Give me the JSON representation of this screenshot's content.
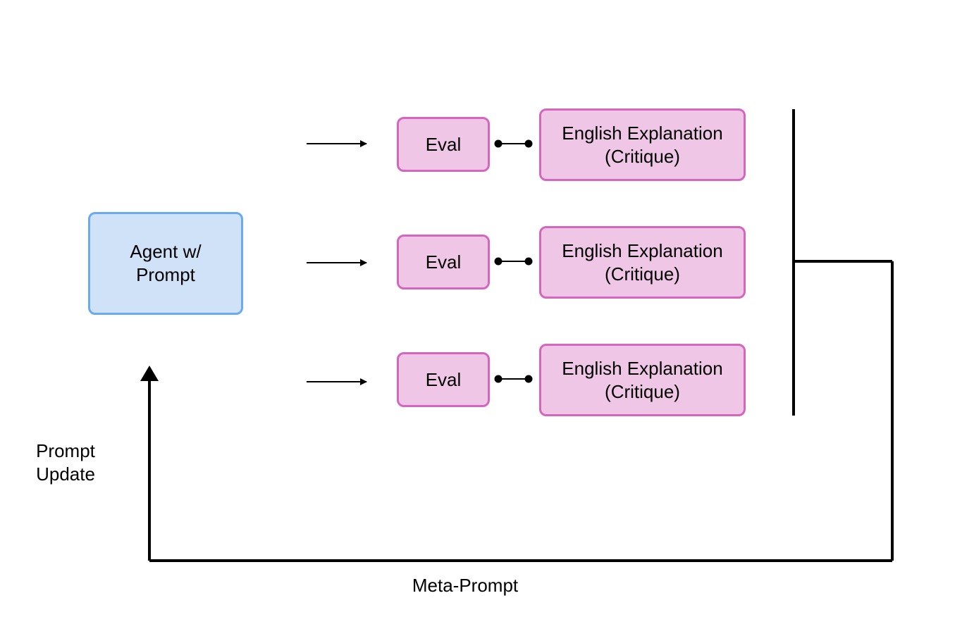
{
  "agent": {
    "label": "Agent w/\nPrompt"
  },
  "rows": [
    {
      "eval_label": "Eval",
      "critique_label": "English Explanation\n(Critique)"
    },
    {
      "eval_label": "Eval",
      "critique_label": "English Explanation\n(Critique)"
    },
    {
      "eval_label": "Eval",
      "critique_label": "English Explanation\n(Critique)"
    }
  ],
  "feedback": {
    "update_label": "Prompt\nUpdate",
    "meta_label": "Meta-Prompt"
  },
  "colors": {
    "agent_fill": "#cfe2f8",
    "agent_border": "#6aaaf0",
    "node_fill": "#efc6e6",
    "node_border": "#d466bf",
    "line": "#000000"
  }
}
